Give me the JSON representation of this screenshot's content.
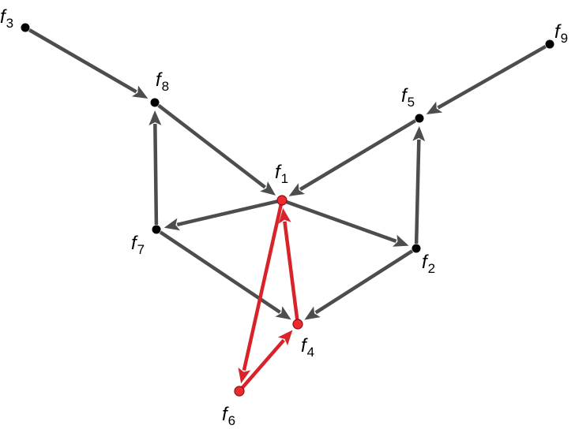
{
  "colors": {
    "normal_edge": "#4d4d4d",
    "highlight_edge": "#d8232a",
    "normal_node": "#000000",
    "highlight_node": "#ee2a2f",
    "background": "#ffffff"
  },
  "nodes": [
    {
      "id": "f1",
      "letter": "f",
      "index": "1",
      "highlight": true
    },
    {
      "id": "f2",
      "letter": "f",
      "index": "2",
      "highlight": false
    },
    {
      "id": "f3",
      "letter": "f",
      "index": "3",
      "highlight": false
    },
    {
      "id": "f4",
      "letter": "f",
      "index": "4",
      "highlight": true
    },
    {
      "id": "f5",
      "letter": "f",
      "index": "5",
      "highlight": false
    },
    {
      "id": "f6",
      "letter": "f",
      "index": "6",
      "highlight": true
    },
    {
      "id": "f7",
      "letter": "f",
      "index": "7",
      "highlight": false
    },
    {
      "id": "f8",
      "letter": "f",
      "index": "8",
      "highlight": false
    },
    {
      "id": "f9",
      "letter": "f",
      "index": "9",
      "highlight": false
    }
  ],
  "edges": [
    {
      "from": "f3",
      "to": "f8",
      "highlight": false
    },
    {
      "from": "f9",
      "to": "f5",
      "highlight": false
    },
    {
      "from": "f8",
      "to": "f1",
      "highlight": false
    },
    {
      "from": "f5",
      "to": "f1",
      "highlight": false
    },
    {
      "from": "f7",
      "to": "f8",
      "highlight": false
    },
    {
      "from": "f2",
      "to": "f5",
      "highlight": false
    },
    {
      "from": "f1",
      "to": "f7",
      "highlight": false
    },
    {
      "from": "f1",
      "to": "f2",
      "highlight": false
    },
    {
      "from": "f7",
      "to": "f4",
      "highlight": false
    },
    {
      "from": "f2",
      "to": "f4",
      "highlight": false
    },
    {
      "from": "f4",
      "to": "f1",
      "highlight": true
    },
    {
      "from": "f1",
      "to": "f6",
      "highlight": true
    },
    {
      "from": "f6",
      "to": "f4",
      "highlight": true
    }
  ]
}
